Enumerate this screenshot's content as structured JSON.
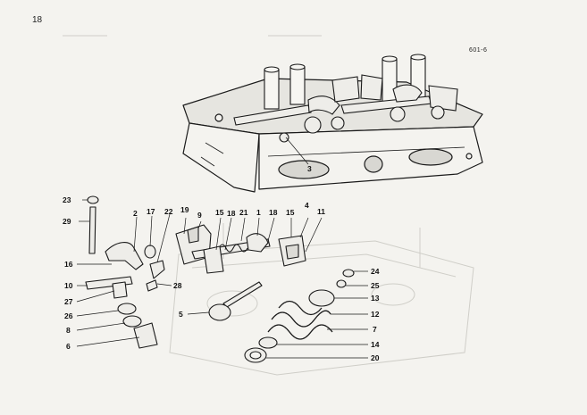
{
  "page_number": "18",
  "figure_code": "601-6",
  "callouts": [
    "23",
    "29",
    "2",
    "17",
    "22",
    "19",
    "9",
    "15",
    "18",
    "21",
    "1",
    "18",
    "15",
    "4",
    "11",
    "3",
    "16",
    "10",
    "28",
    "27",
    "26",
    "8",
    "6",
    "5",
    "24",
    "25",
    "13",
    "12",
    "7",
    "14",
    "20"
  ],
  "colors": {
    "paper": "#f4f3ef",
    "ink": "#1a1a1a",
    "ghost": "#c9c8c2"
  }
}
